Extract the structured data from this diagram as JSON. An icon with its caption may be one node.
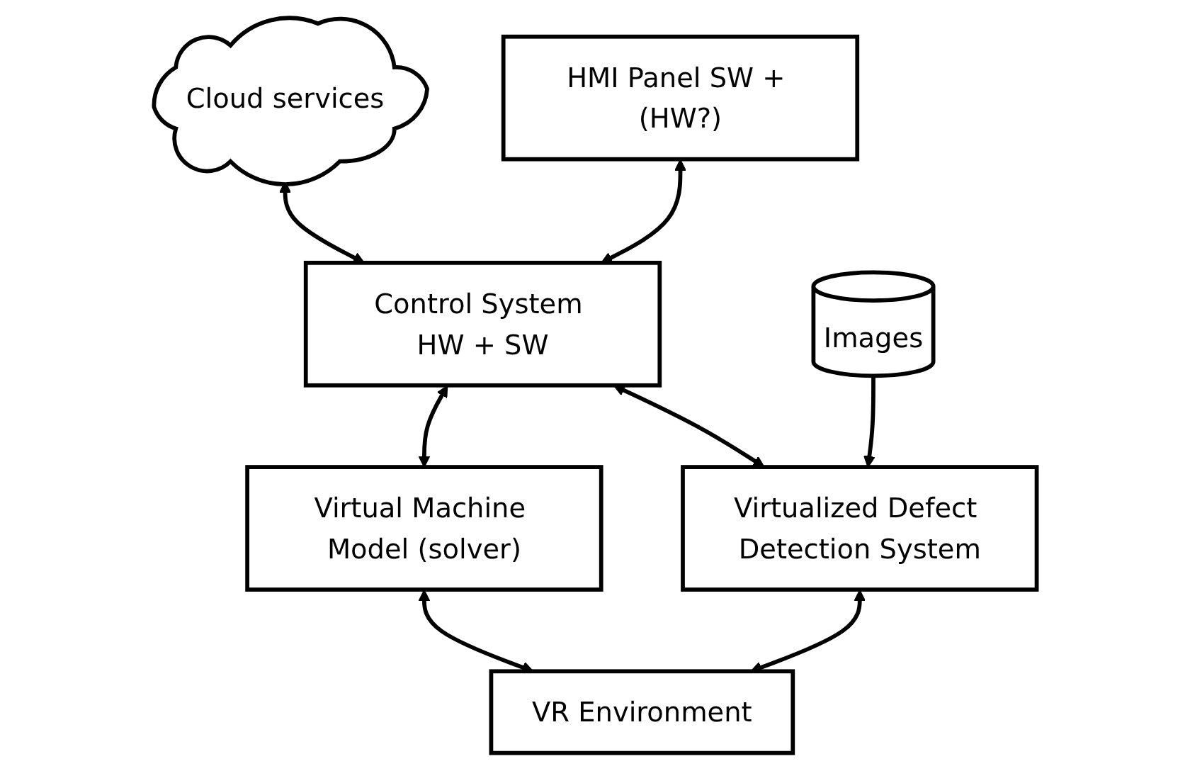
{
  "diagram": {
    "nodes": [
      {
        "text": [
          "Cloud services"
        ]
      },
      {
        "text": [
          "HMI Panel SW + (HW?)"
        ]
      },
      {
        "text": [
          "Control System HW + SW"
        ]
      },
      {
        "text": [
          "Virtual Machine Model (solver)"
        ]
      },
      {
        "text": [
          "Images"
        ]
      },
      {
        "text": [
          "Virtualized Defect Detection System"
        ]
      },
      {
        "text": [
          "VR Environment"
        ]
      }
    ],
    "edges": [
      {
        "from": 0,
        "to": 2,
        "arrow": "both"
      },
      {
        "from": 1,
        "to": 2,
        "arrow": "both"
      },
      {
        "from": 2,
        "to": 3,
        "arrow": "both"
      },
      {
        "from": 2,
        "to": 5,
        "arrow": "both"
      },
      {
        "from": 3,
        "to": 6,
        "arrow": "both"
      },
      {
        "from": 4,
        "to": 5,
        "arrow": "to"
      },
      {
        "from": 5,
        "to": 6,
        "arrow": "both"
      }
    ]
  }
}
